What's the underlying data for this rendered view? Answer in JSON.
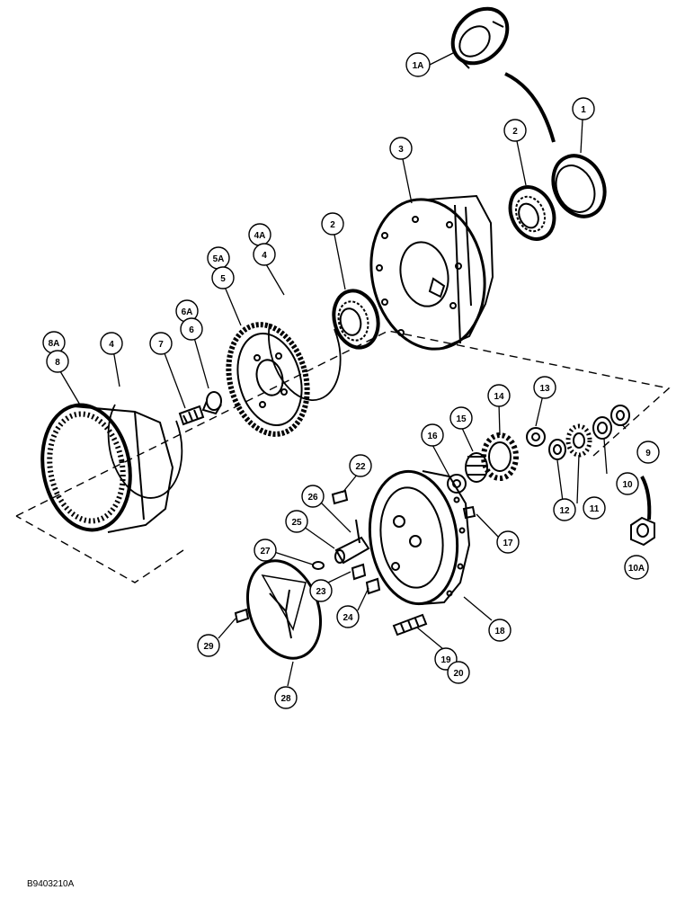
{
  "figure_id": "B9403210A",
  "callouts": {
    "c1a": "1A",
    "c1": "1",
    "c2a": "2",
    "c3": "3",
    "c2b": "2",
    "c4a": "4A",
    "c4": "4",
    "c5a": "5A",
    "c5": "5",
    "c6a": "6A",
    "c6": "6",
    "c7": "7",
    "c4c": "4",
    "c8a": "8A",
    "c8": "8",
    "c13": "13",
    "c14": "14",
    "c15": "15",
    "c16": "16",
    "c9": "9",
    "c10": "10",
    "c11": "11",
    "c12": "12",
    "c10a": "10A",
    "c22": "22",
    "c26": "26",
    "c25": "25",
    "c27": "27",
    "c23": "23",
    "c24": "24",
    "c17": "17",
    "c18": "18",
    "c19": "19",
    "c20": "20",
    "c29": "29",
    "c28": "28"
  }
}
